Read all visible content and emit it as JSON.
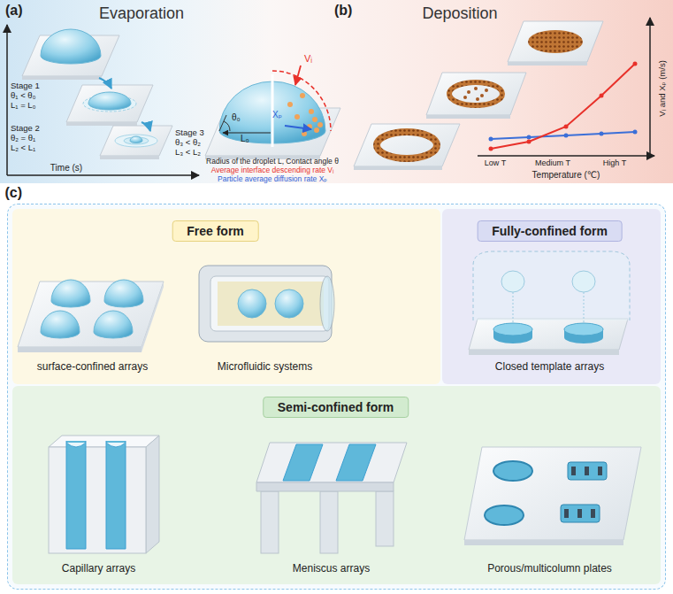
{
  "diagram": {
    "nodes": [
      {
        "text": [
          "(a)",
          "Evaporation"
        ]
      },
      {
        "text": [
          "(b)",
          "Deposition"
        ]
      },
      {
        "text": [
          "(c)"
        ]
      },
      {
        "text": [
          "Free form",
          "surface-confined arrays",
          "Microfluidic systems"
        ],
        "in": 2
      },
      {
        "text": [
          "Fully-confined form",
          "Closed template arrays"
        ],
        "in": 2
      },
      {
        "text": [
          "Semi-confined form",
          "Capillary arrays",
          "Meniscus arrays",
          "Porous/multicolumn plates"
        ],
        "in": 2
      }
    ],
    "labels": [
      "Stage 1",
      "θ₁ < θ₀",
      "L₁ = L₀",
      "Stage 2",
      "θ₂ = θ₁",
      "L₂ < L₁",
      "Stage 3",
      "θ₃ < θ₂",
      "L₃ < L₂",
      "Time (s)",
      "θ₀",
      "L₀",
      "Vᵢ",
      "Xₚ",
      "Radius of the droplet L, Contact angle θ",
      "Average interface descending rate Vᵢ",
      "Particle average diffusion rate Xₚ",
      "Low T",
      "Medium T",
      "High T",
      "Temperature (℃)",
      "Vᵢ and Xₚ (m/s)"
    ]
  }
}
